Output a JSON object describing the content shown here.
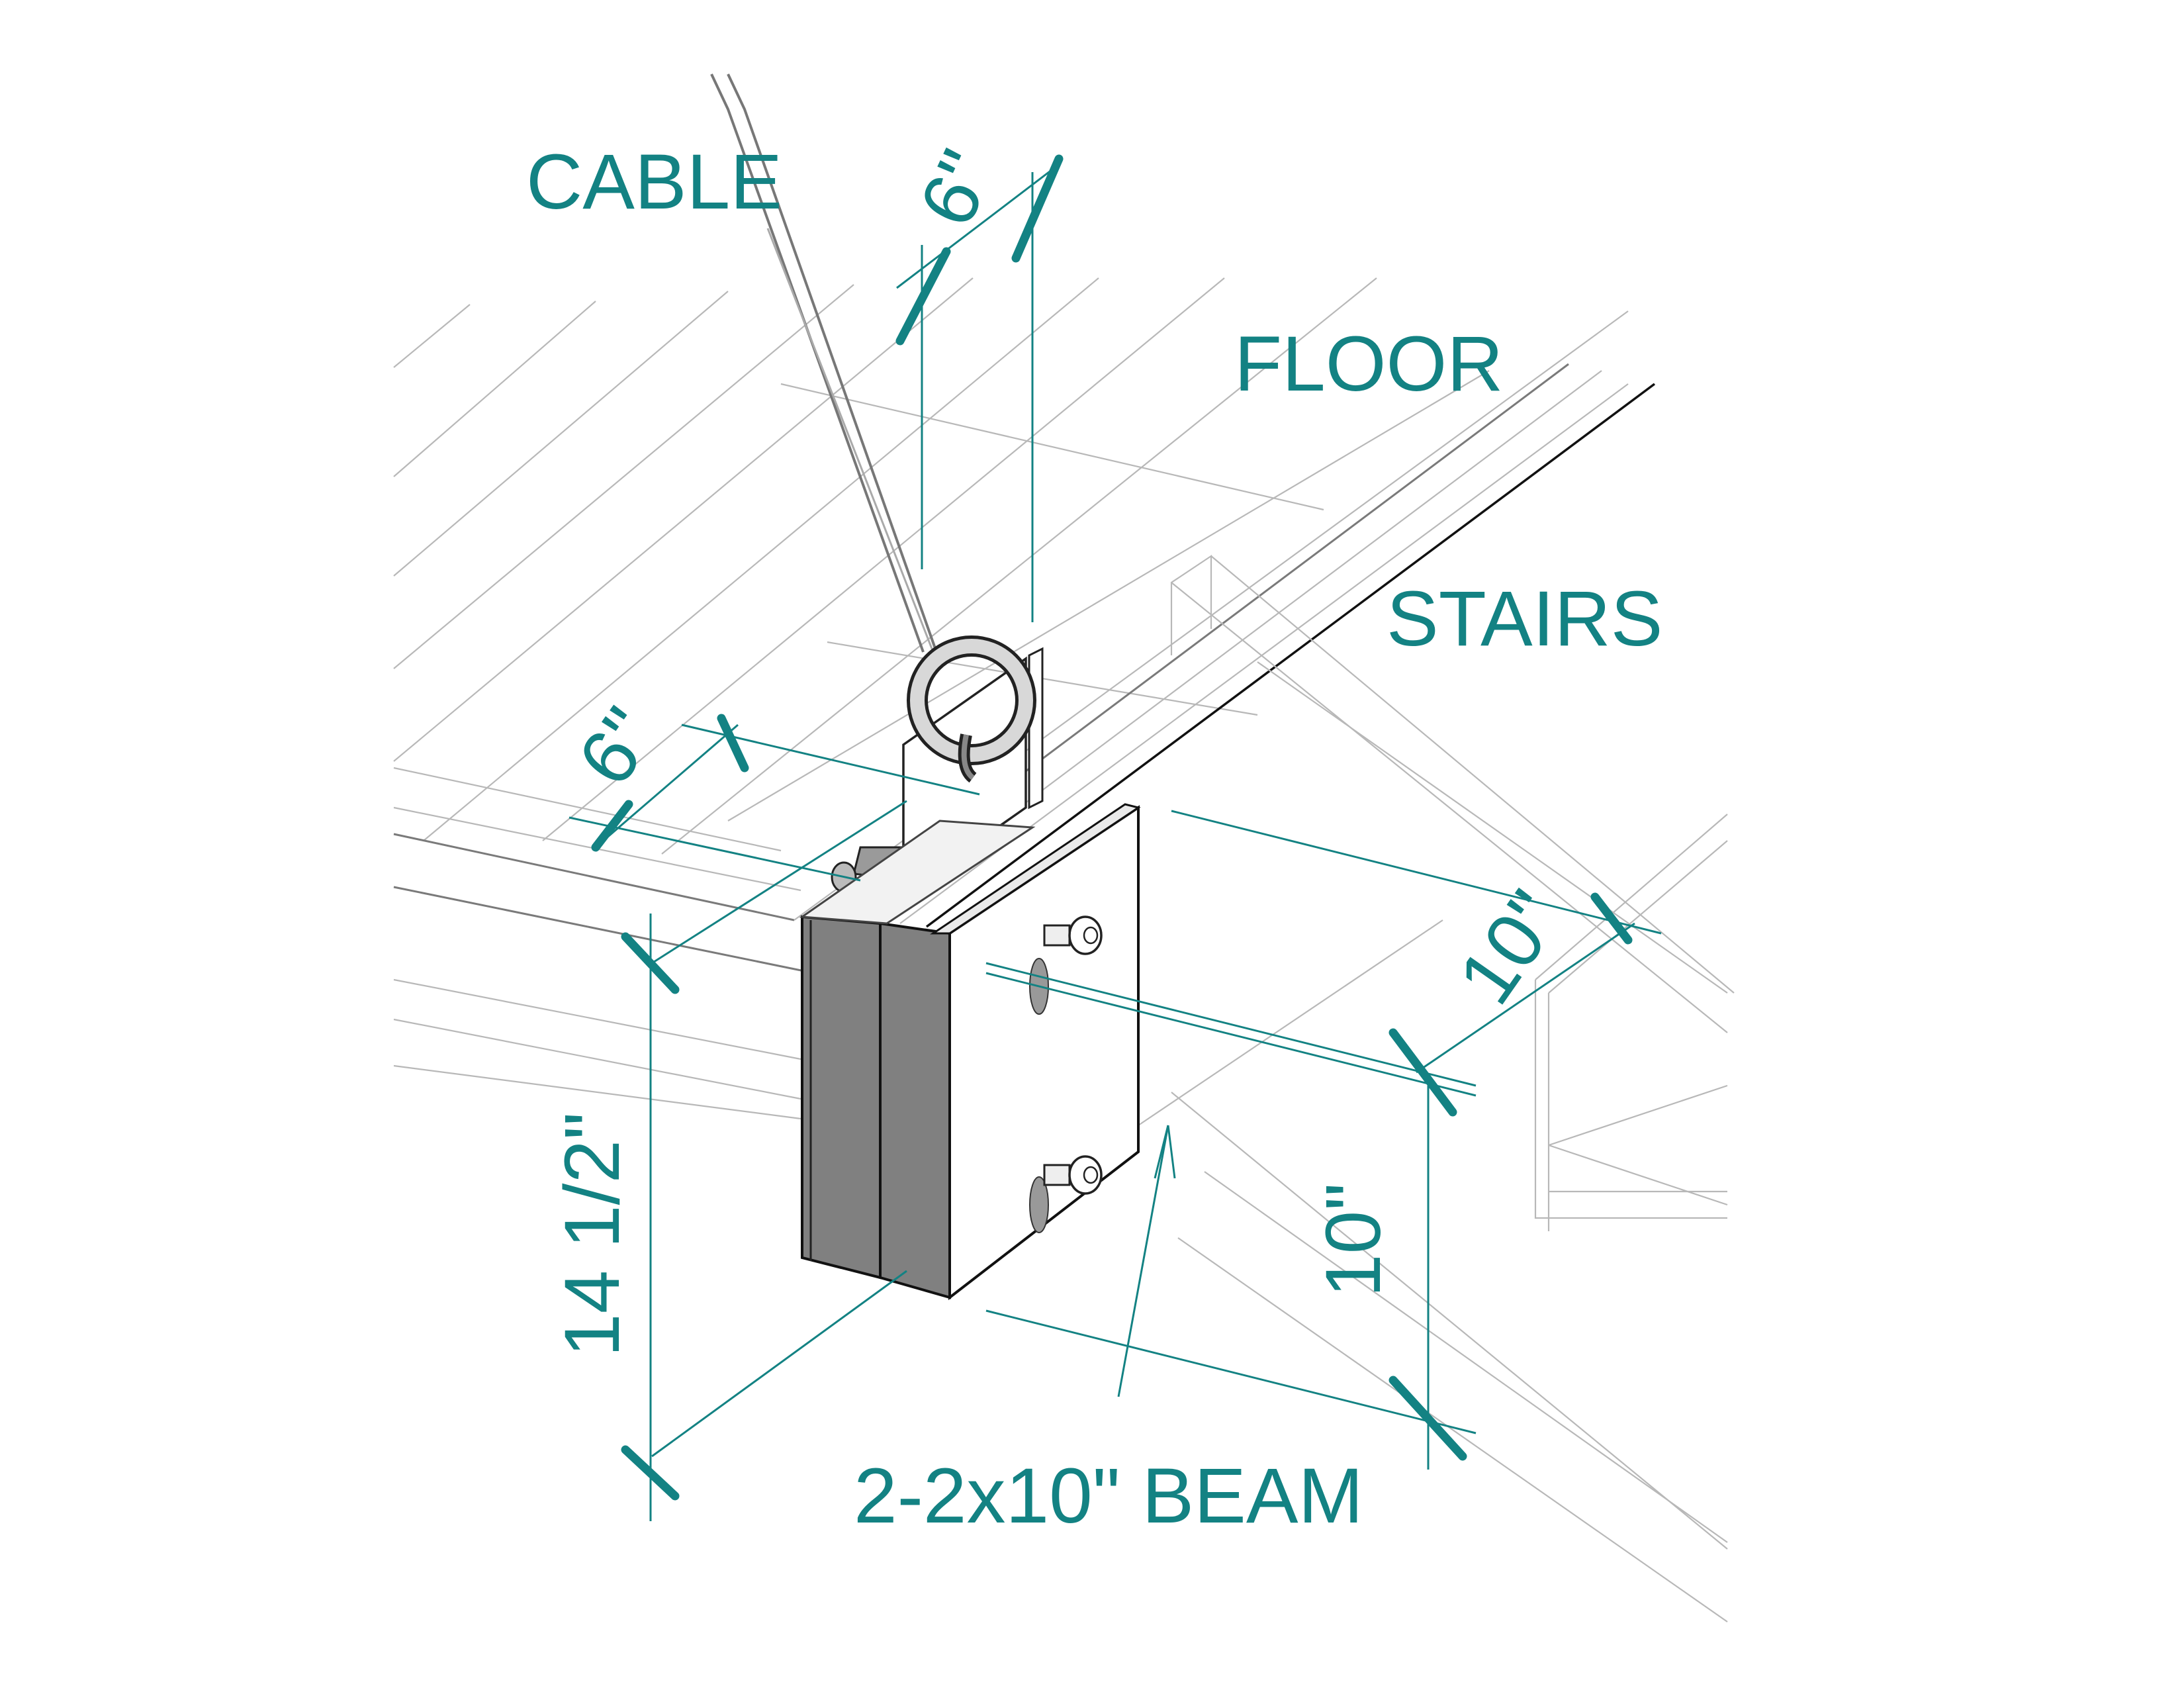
{
  "labels": {
    "cable": "CABLE",
    "floor": "FLOOR",
    "stairs": "STAIRS",
    "beam": "2-2x10\" BEAM"
  },
  "dimensions": {
    "ring_width": "6\"",
    "plate_width": "6\"",
    "plate_height": "10\"",
    "beam_width": "10\"",
    "overall_height": "14 1/2\""
  },
  "colors": {
    "annotation": "#138283",
    "beam_face": "#7f7f7f",
    "plate": "#ffffff"
  }
}
